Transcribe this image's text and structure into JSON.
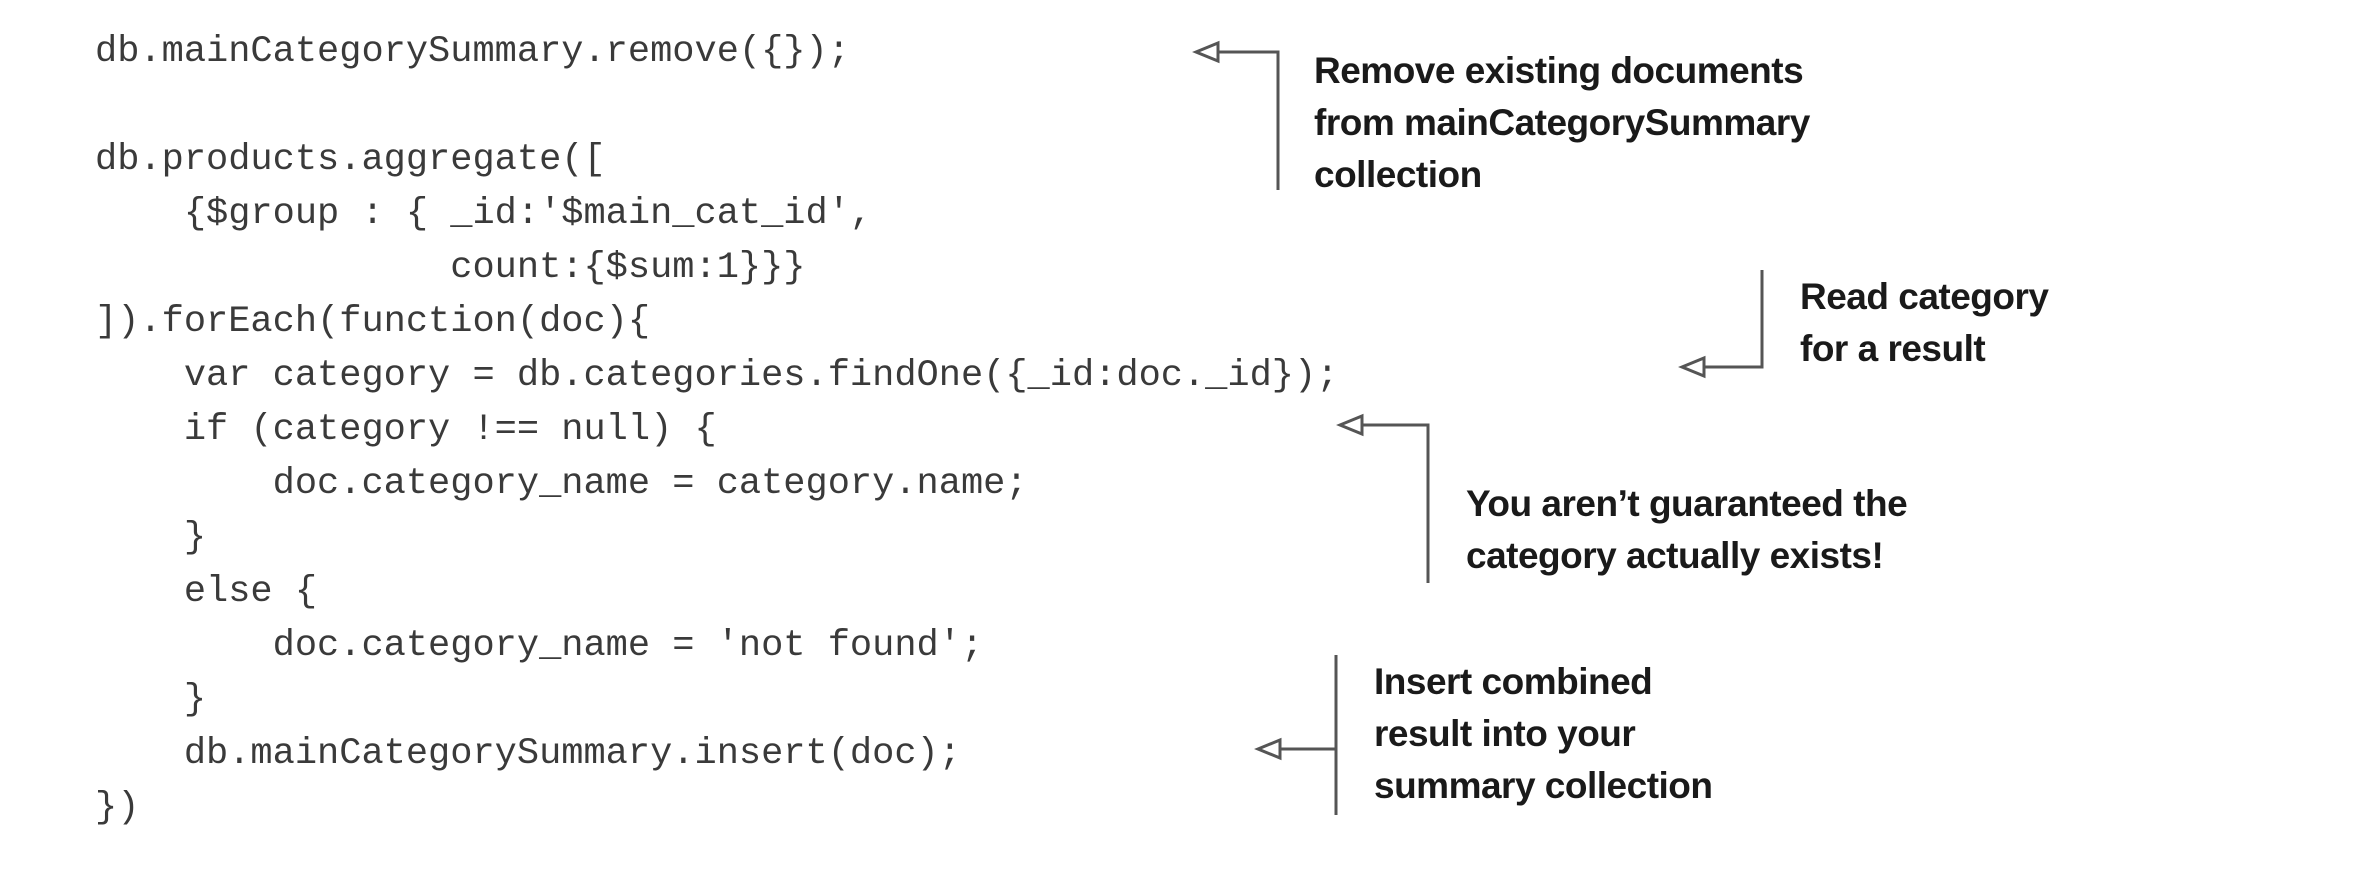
{
  "code_lines": [
    "db.mainCategorySummary.remove({});",
    "",
    "db.products.aggregate([",
    "    {$group : { _id:'$main_cat_id',",
    "                count:{$sum:1}}}",
    "]).forEach(function(doc){",
    "    var category = db.categories.findOne({_id:doc._id});",
    "    if (category !== null) {",
    "        doc.category_name = category.name;",
    "    }",
    "    else {",
    "        doc.category_name = 'not found';",
    "    }",
    "    db.mainCategorySummary.insert(doc);",
    "})"
  ],
  "callouts": [
    {
      "id": "remove",
      "lines": [
        "Remove existing documents",
        "from mainCategorySummary",
        "collection"
      ]
    },
    {
      "id": "read",
      "lines": [
        "Read category",
        "for a result"
      ]
    },
    {
      "id": "guarantee",
      "lines": [
        "You aren’t guaranteed the",
        "category actually exists!"
      ]
    },
    {
      "id": "insert",
      "lines": [
        "Insert combined",
        "result into your",
        "summary collection"
      ]
    }
  ],
  "colors": {
    "code_text": "#3a3a3a",
    "callout_text": "#1a1a1a",
    "arrow": "#555555"
  }
}
